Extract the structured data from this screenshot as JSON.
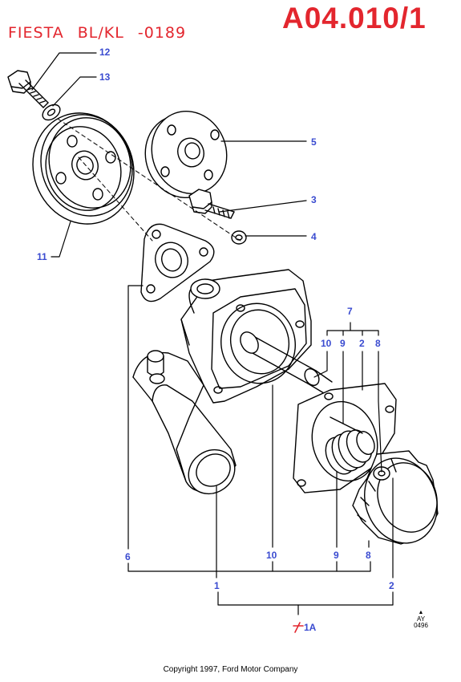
{
  "sheet": {
    "code": "A04.010/1",
    "model": "FIESTA BL/KL -0189"
  },
  "callouts": {
    "c12": "12",
    "c13": "13",
    "c11": "11",
    "c5": "5",
    "c3": "3",
    "c4": "4",
    "c7": "7",
    "c10_top": "10",
    "c9_top": "9",
    "c2_top": "2",
    "c8_top": "8",
    "c6": "6",
    "c10_bottom": "10",
    "c9_bottom": "9",
    "c8_bottom": "8",
    "c1": "1",
    "c2_bottom": "2",
    "c1a": "1A"
  },
  "stamp": {
    "line1": "AY",
    "line2": "0496"
  },
  "copyright": "Copyright 1997, Ford Motor Company",
  "colors": {
    "title": "#e3262e",
    "callout": "#3a4bd0",
    "line": "#000000"
  }
}
